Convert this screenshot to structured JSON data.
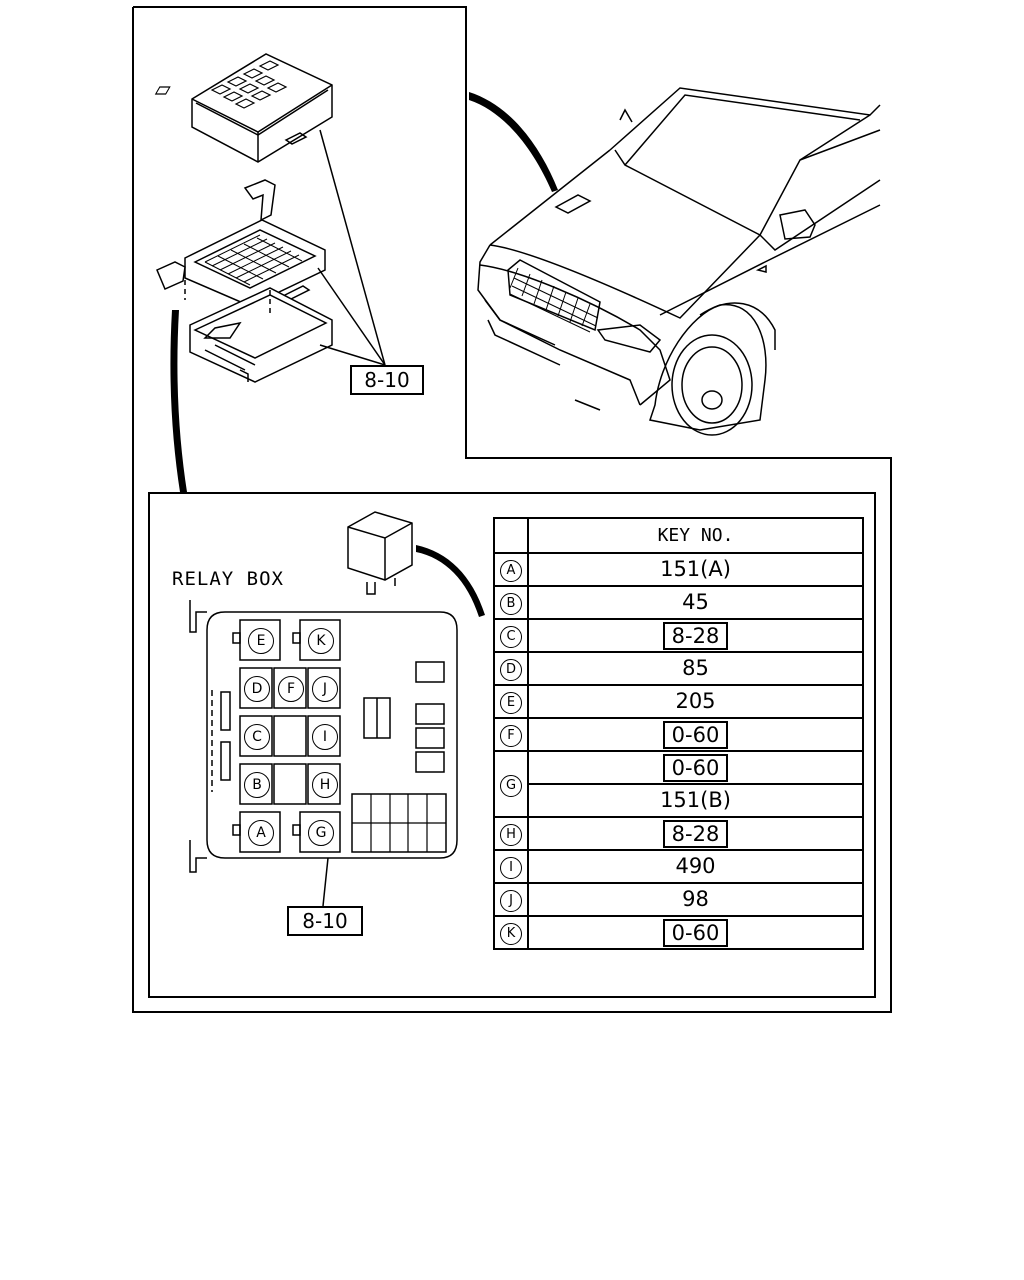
{
  "callouts": {
    "top_ref": "8-10",
    "bottom_ref": "8-10",
    "relay_box_label": "RELAY BOX"
  },
  "key_table": {
    "header": "KEY NO.",
    "rows": [
      {
        "letter": "A",
        "values": [
          {
            "text": "151(A)",
            "boxed": false
          }
        ]
      },
      {
        "letter": "B",
        "values": [
          {
            "text": "45",
            "boxed": false
          }
        ]
      },
      {
        "letter": "C",
        "values": [
          {
            "text": "8-28",
            "boxed": true
          }
        ]
      },
      {
        "letter": "D",
        "values": [
          {
            "text": "85",
            "boxed": false
          }
        ]
      },
      {
        "letter": "E",
        "values": [
          {
            "text": "205",
            "boxed": false
          }
        ]
      },
      {
        "letter": "F",
        "values": [
          {
            "text": "0-60",
            "boxed": true
          }
        ]
      },
      {
        "letter": "G",
        "values": [
          {
            "text": "0-60",
            "boxed": true
          },
          {
            "text": "151(B)",
            "boxed": false
          }
        ]
      },
      {
        "letter": "H",
        "values": [
          {
            "text": "8-28",
            "boxed": true
          }
        ]
      },
      {
        "letter": "I",
        "values": [
          {
            "text": "490",
            "boxed": false
          }
        ]
      },
      {
        "letter": "J",
        "values": [
          {
            "text": "98",
            "boxed": false
          }
        ]
      },
      {
        "letter": "K",
        "values": [
          {
            "text": "0-60",
            "boxed": true
          }
        ]
      }
    ]
  },
  "relay_slots": [
    "E",
    "K",
    "D",
    "F",
    "J",
    "C",
    "I",
    "B",
    "H",
    "A",
    "G"
  ]
}
